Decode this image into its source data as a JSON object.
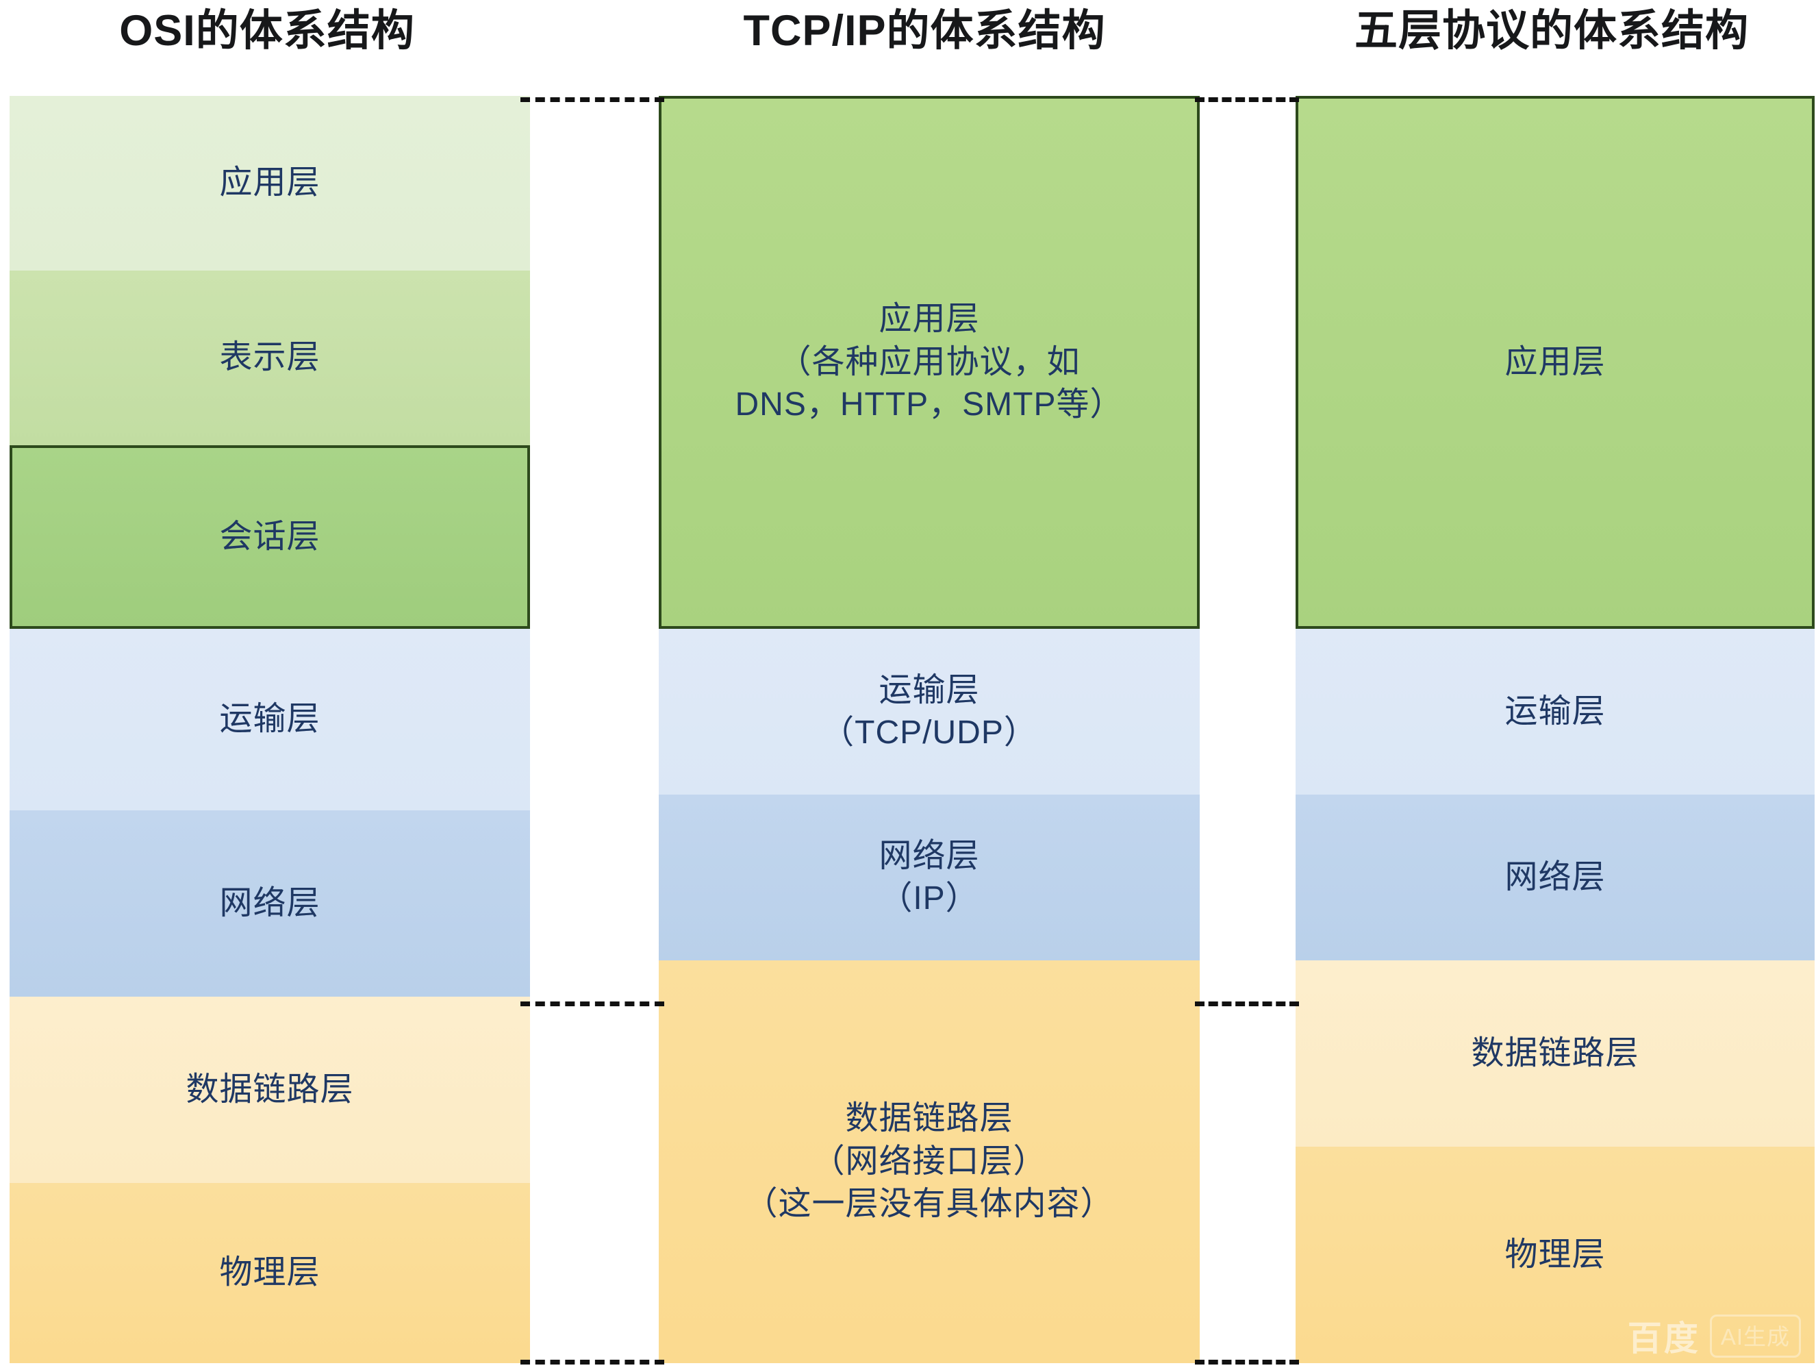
{
  "diagram": {
    "type": "layered-comparison",
    "columns": [
      {
        "id": "osi",
        "title": "OSI的体系结构",
        "layers": [
          {
            "name": "应用层",
            "sub": "",
            "color": "#e2efd6",
            "group": "green"
          },
          {
            "name": "表示层",
            "sub": "",
            "color": "#c7e0a8",
            "group": "green"
          },
          {
            "name": "会话层",
            "sub": "",
            "color": "#a5d183",
            "group": "green"
          },
          {
            "name": "运输层",
            "sub": "",
            "color": "#dde8f6",
            "group": "blue"
          },
          {
            "name": "网络层",
            "sub": "",
            "color": "#bdd4ef",
            "group": "blue"
          },
          {
            "name": "数据链路层",
            "sub": "",
            "color": "#fcecc7",
            "group": "orange"
          },
          {
            "name": "物理层",
            "sub": "",
            "color": "#fbdc96",
            "group": "orange"
          }
        ]
      },
      {
        "id": "tcpip",
        "title": "TCP/IP的体系结构",
        "layers": [
          {
            "name": "应用层",
            "sub": "（各种应用协议，如",
            "sub2": "DNS，HTTP，SMTP等）",
            "color": "#aed581",
            "group": "green"
          },
          {
            "name": "运输层",
            "sub": "（TCP/UDP）",
            "color": "#dde8f6",
            "group": "blue"
          },
          {
            "name": "网络层",
            "sub": "（IP）",
            "color": "#bdd4ef",
            "group": "blue"
          },
          {
            "name": "数据链路层",
            "sub": "（网络接口层）",
            "sub2": "（这一层没有具体内容）",
            "color": "#fbdc96",
            "group": "orange"
          }
        ]
      },
      {
        "id": "five",
        "title": "五层协议的体系结构",
        "layers": [
          {
            "name": "应用层",
            "sub": "",
            "color": "#aed581",
            "group": "green"
          },
          {
            "name": "运输层",
            "sub": "",
            "color": "#dde8f6",
            "group": "blue"
          },
          {
            "name": "网络层",
            "sub": "",
            "color": "#bdd4ef",
            "group": "blue"
          },
          {
            "name": "数据链路层",
            "sub": "",
            "color": "#fcecc7",
            "group": "orange"
          },
          {
            "name": "物理层",
            "sub": "",
            "color": "#fbdc96",
            "group": "orange"
          }
        ]
      }
    ]
  },
  "watermark": {
    "brand": "百度",
    "badge": "AI生成"
  }
}
